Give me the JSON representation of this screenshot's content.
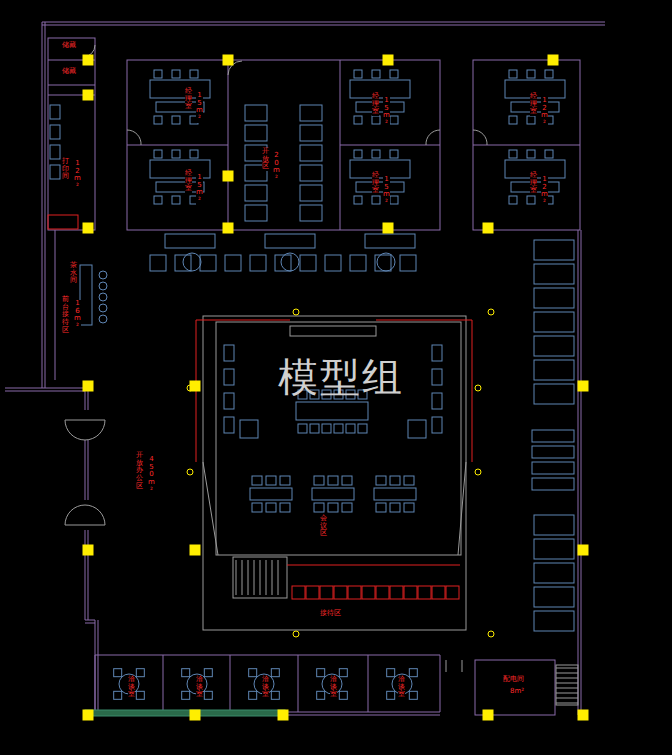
{
  "diagram": {
    "labels": [
      "经理室",
      "15m²",
      "经理室",
      "15m²",
      "开放区",
      "20m²",
      "经理室",
      "15m²",
      "经理室",
      "15m²",
      "经理室",
      "12m²",
      "经理室",
      "12m²",
      "储藏",
      "储藏",
      "打印间",
      "12m²",
      "茶水间",
      "前台接待区",
      "16m²",
      "开放办公区",
      "450m²",
      "会议区",
      "接待区",
      "洽谈室",
      "洽谈室",
      "洽谈室",
      "洽谈室",
      "洽谈室",
      "配电间",
      "8m²",
      "模型组"
    ]
  }
}
